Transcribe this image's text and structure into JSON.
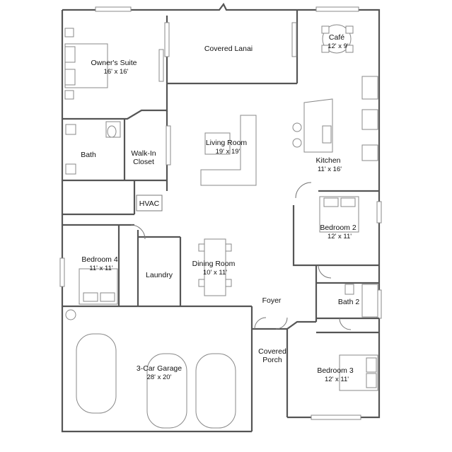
{
  "rooms": {
    "owners_suite": {
      "name": "Owner's Suite",
      "dims": "16' x 16'"
    },
    "covered_lanai": {
      "name": "Covered Lanai"
    },
    "cafe": {
      "name": "Café",
      "dims": "12' x 9'"
    },
    "bath": {
      "name": "Bath"
    },
    "walk_in_closet": {
      "line1": "Walk-In",
      "line2": "Closet"
    },
    "living_room": {
      "name": "Living Room",
      "dims": "19' x 19'"
    },
    "kitchen": {
      "name": "Kitchen",
      "dims": "11' x 16'"
    },
    "hvac": {
      "name": "HVAC"
    },
    "bedroom_2": {
      "name": "Bedroom 2",
      "dims": "12' x 11'"
    },
    "bedroom_4": {
      "name": "Bedroom 4",
      "dims": "11' x 11'"
    },
    "dining_room": {
      "name": "Dining Room",
      "dims": "10' x 11'"
    },
    "laundry": {
      "name": "Laundry"
    },
    "foyer": {
      "name": "Foyer"
    },
    "bath_2": {
      "name": "Bath 2"
    },
    "covered_porch": {
      "line1": "Covered",
      "line2": "Porch"
    },
    "garage": {
      "name": "3-Car Garage",
      "dims": "28' x 20'"
    },
    "bedroom_3": {
      "name": "Bedroom 3",
      "dims": "12' x 11'"
    }
  }
}
